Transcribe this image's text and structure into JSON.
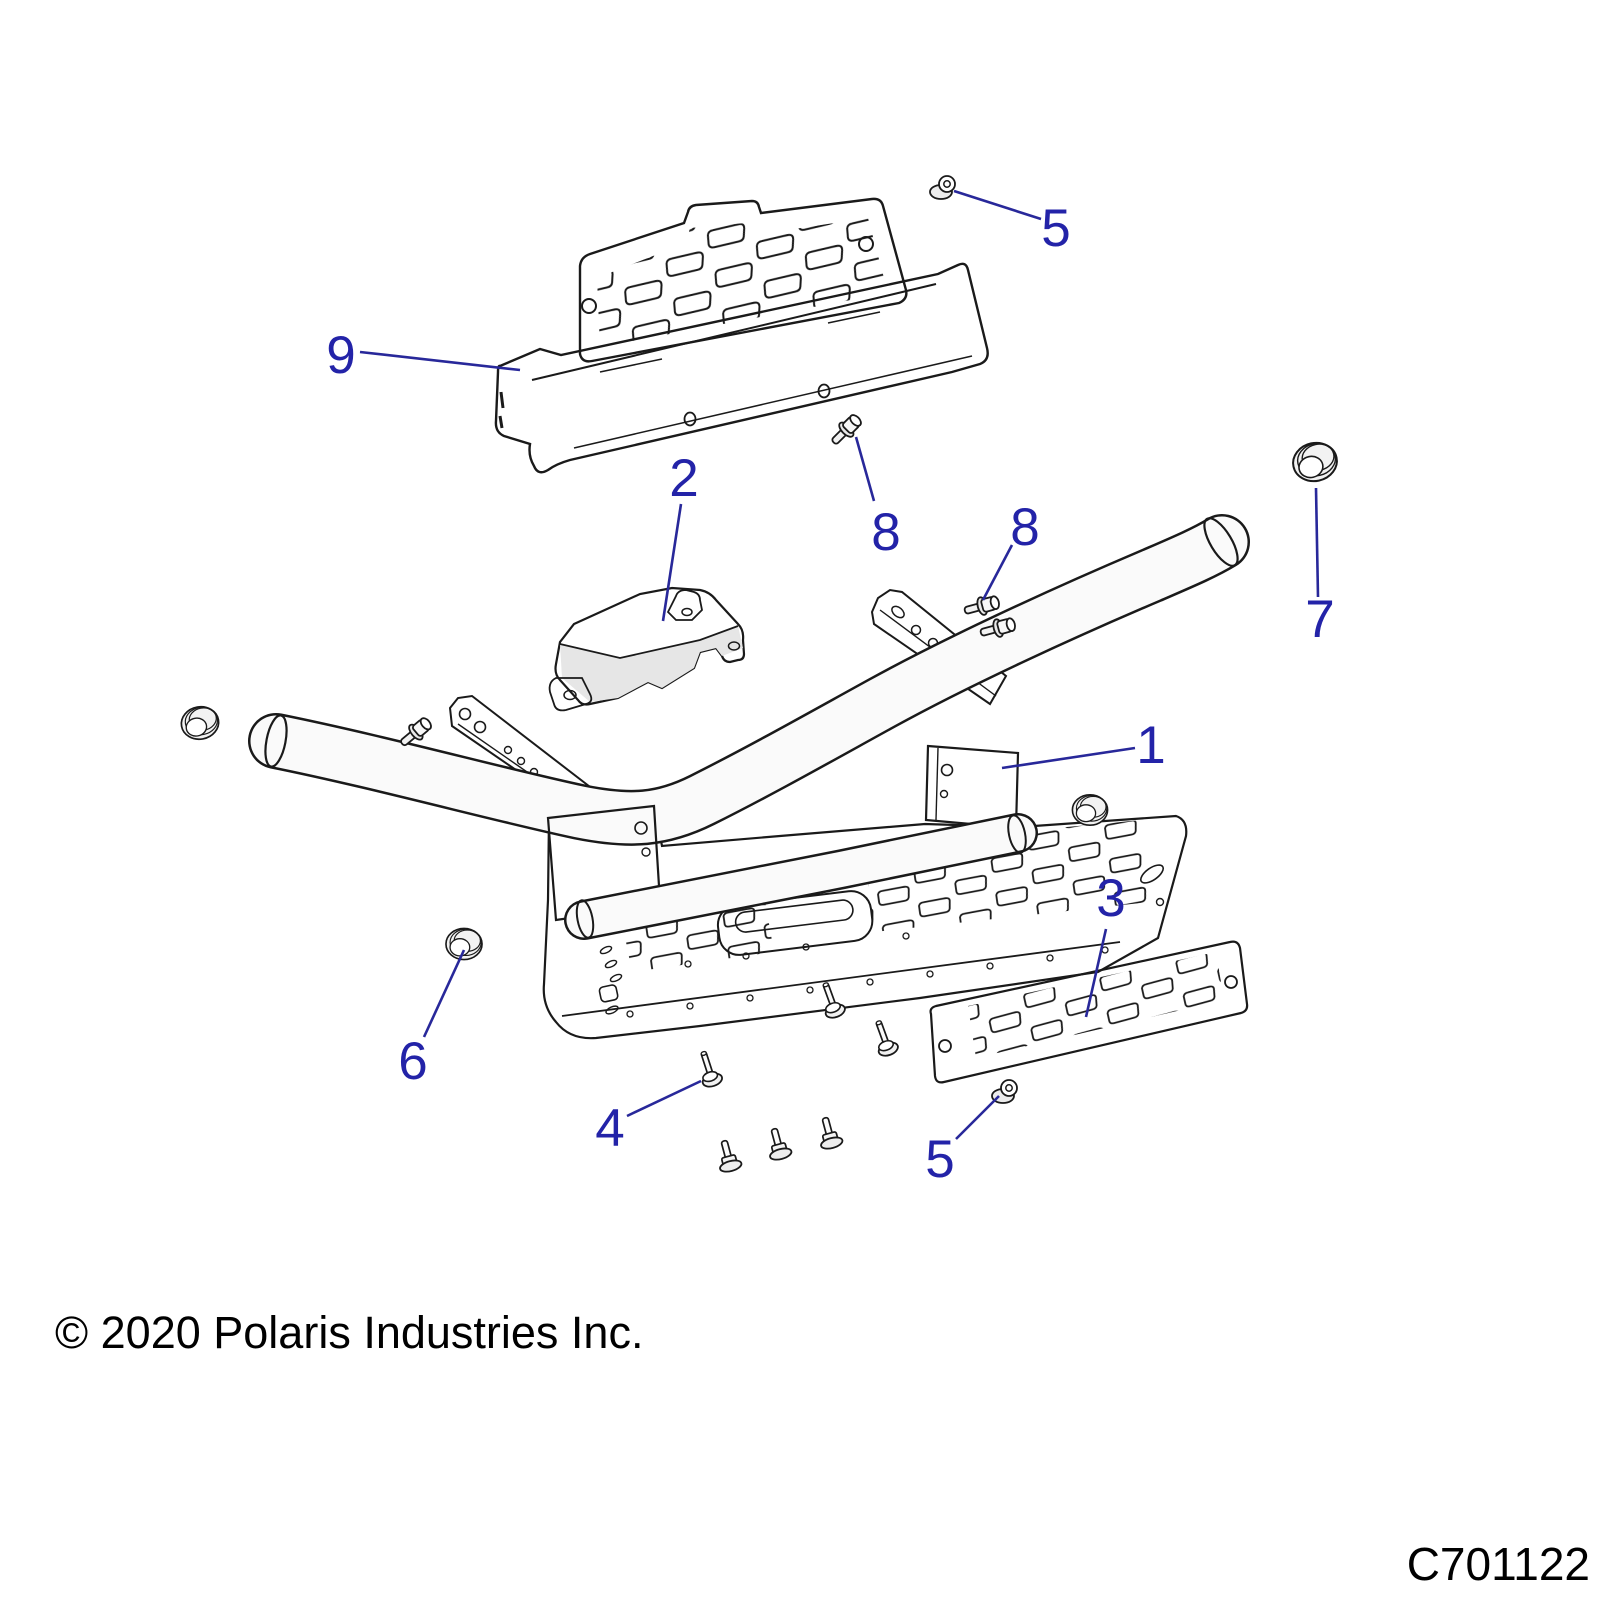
{
  "figure": {
    "type": "exploded-parts-diagram",
    "copyright": "© 2020 Polaris Industries Inc.",
    "diagram_code": "C701122",
    "colors": {
      "callout": "#2323a8",
      "leader": "#28289a",
      "line_art": "#1a1a1a",
      "background": "#ffffff"
    },
    "callouts": [
      {
        "ref": "9",
        "target": "grille-shield"
      },
      {
        "ref": "5",
        "target": "flange-bolt-top"
      },
      {
        "ref": "2",
        "target": "mounting-bracket"
      },
      {
        "ref": "8",
        "target": "flange-bolt-under-grille"
      },
      {
        "ref": "8",
        "target": "flange-bolt-pair"
      },
      {
        "ref": "7",
        "target": "tube-plug-right"
      },
      {
        "ref": "1",
        "target": "bumper-weldment"
      },
      {
        "ref": "6",
        "target": "tube-plug-left"
      },
      {
        "ref": "3",
        "target": "vent-plate"
      },
      {
        "ref": "4",
        "target": "pan-screw"
      },
      {
        "ref": "5",
        "target": "flange-nut-bottom"
      }
    ]
  }
}
